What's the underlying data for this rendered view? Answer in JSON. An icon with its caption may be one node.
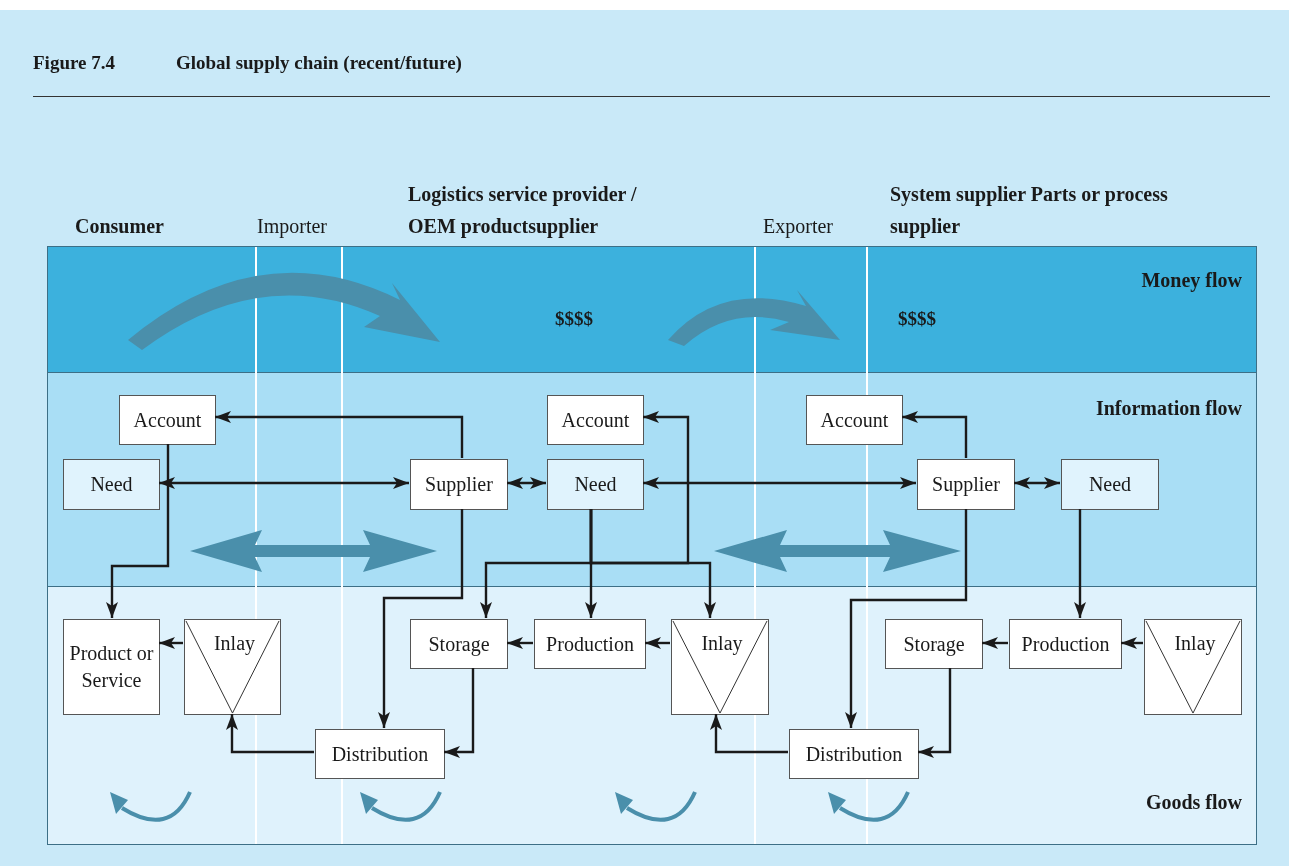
{
  "diagram": {
    "title": "Global supply chain (recent/future)",
    "nodes": [
      {
        "text": [
          "Money flow"
        ]
      },
      {
        "text": [
          "Information flow"
        ]
      },
      {
        "text": [
          "Goods flow"
        ]
      },
      {
        "text": [
          "Account"
        ],
        "in": 1
      },
      {
        "text": [
          "Need"
        ],
        "in": 1
      },
      {
        "text": [
          "Supplier"
        ],
        "in": 1
      },
      {
        "text": [
          "Account"
        ],
        "in": 1
      },
      {
        "text": [
          "Need"
        ],
        "in": 1
      },
      {
        "text": [
          "Account"
        ],
        "in": 1
      },
      {
        "text": [
          "Supplier"
        ],
        "in": 1
      },
      {
        "text": [
          "Need"
        ],
        "in": 1
      },
      {
        "text": [
          "Product or Service"
        ],
        "in": 2
      },
      {
        "text": [
          "Inlay"
        ],
        "in": 2
      },
      {
        "text": [
          "Storage"
        ],
        "in": 2
      },
      {
        "text": [
          "Production"
        ],
        "in": 2
      },
      {
        "text": [
          "Inlay"
        ],
        "in": 2
      },
      {
        "text": [
          "Distribution"
        ],
        "in": 2
      },
      {
        "text": [
          "Storage"
        ],
        "in": 2
      },
      {
        "text": [
          "Production"
        ],
        "in": 2
      },
      {
        "text": [
          "Inlay"
        ],
        "in": 2
      },
      {
        "text": [
          "Distribution"
        ],
        "in": 2
      }
    ],
    "edges": [
      {
        "from": 3,
        "to": 11,
        "arrow": "to"
      },
      {
        "from": 4,
        "to": 5,
        "arrow": "both"
      },
      {
        "from": 5,
        "to": 3,
        "arrow": "to"
      },
      {
        "from": 5,
        "to": 16,
        "arrow": "to"
      },
      {
        "from": 5,
        "to": 7,
        "arrow": "both"
      },
      {
        "from": 7,
        "to": 9,
        "arrow": "both"
      },
      {
        "from": 7,
        "to": 13,
        "arrow": "to"
      },
      {
        "from": 7,
        "to": 14,
        "arrow": "to"
      },
      {
        "from": 7,
        "to": 6,
        "arrow": "to"
      },
      {
        "from": 7,
        "to": 15,
        "arrow": "to"
      },
      {
        "from": 9,
        "to": 8,
        "arrow": "to"
      },
      {
        "from": 9,
        "to": 20,
        "arrow": "to"
      },
      {
        "from": 9,
        "to": 10,
        "arrow": "both"
      },
      {
        "from": 10,
        "to": 18,
        "arrow": "to"
      },
      {
        "from": 12,
        "to": 11,
        "arrow": "to"
      },
      {
        "from": 16,
        "to": 12,
        "arrow": "to"
      },
      {
        "from": 13,
        "to": 16,
        "arrow": "to"
      },
      {
        "from": 14,
        "to": 13,
        "arrow": "to"
      },
      {
        "from": 15,
        "to": 14,
        "arrow": "to"
      },
      {
        "from": 20,
        "to": 15,
        "arrow": "to"
      },
      {
        "from": 17,
        "to": 20,
        "arrow": "to"
      },
      {
        "from": 18,
        "to": 17,
        "arrow": "to"
      },
      {
        "from": 19,
        "to": 18,
        "arrow": "to"
      }
    ],
    "labels": [
      "Figure 7.4",
      "Consumer",
      "Importer",
      "Logistics service provider / OEM productsupplier",
      "Exporter",
      "System supplier Parts or process supplier",
      "$$$$",
      "$$$$"
    ]
  }
}
